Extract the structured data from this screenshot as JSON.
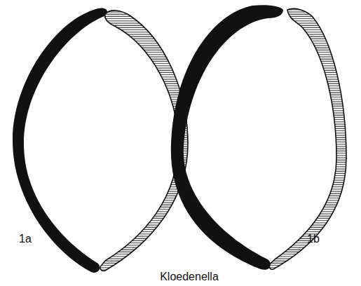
{
  "diagram": {
    "labels": [
      "1a",
      "1b",
      "Kloedenella"
    ]
  }
}
